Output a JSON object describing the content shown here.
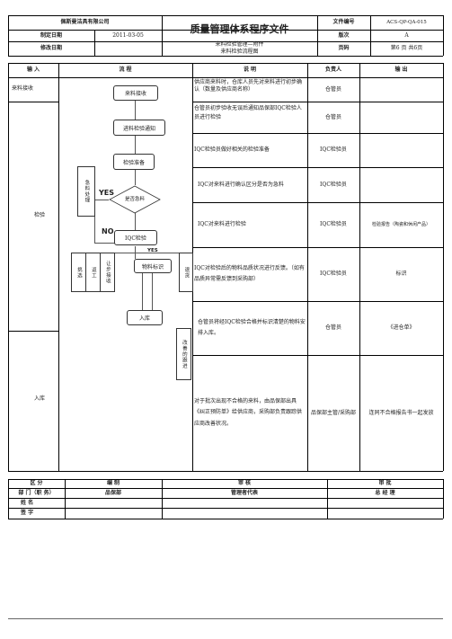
{
  "header": {
    "company": "佩斯曼洁具有限公司",
    "doc_title": "质量管理体系程序文件",
    "doc_no_label": "文件编号",
    "doc_no": "ACS-QP-QA-015",
    "issue_date_label": "制定日期",
    "issue_date": "2011-03-05",
    "version_label": "版次",
    "version": "A",
    "revise_date_label": "修改日期",
    "subject_line1": "来料检验管理—附件",
    "subject_line2": "来料检验流程图",
    "page_label": "页码",
    "page_value": "第6 页 共6页"
  },
  "columns": {
    "input": "输 入",
    "process": "流 程",
    "desc": "说 明",
    "owner": "负责人",
    "output": "输 出"
  },
  "inputs": {
    "receiving": "来料接收",
    "inspection": "检验",
    "warehouse": "入库"
  },
  "flow": {
    "receive": "来料接收",
    "notify": "进料检验通知",
    "prepare": "检验准备",
    "urgent": "急料处理",
    "decision": "是否急料",
    "yes1": "YES",
    "no": "NO",
    "iqc": "IQC检验",
    "yes2": "YES",
    "pick": "挑选",
    "rework": "返工",
    "concession": "让步接收",
    "label": "物料标识",
    "return": "退货",
    "storage": "入库",
    "improve": "改善的跟进"
  },
  "rows": [
    {
      "desc": "供应商来料时，仓库人员先对来料进行初步确认（数量及供应商名称）",
      "owner": "仓管员",
      "output": ""
    },
    {
      "desc": "仓管员初步验收无误后通知品保部IQC检验人员进行检验",
      "owner": "仓管员",
      "output": ""
    },
    {
      "desc": "IQC检验员做好相关的检验准备",
      "owner": "IQC检验员",
      "output": ""
    },
    {
      "desc": "IQC对来料进行确认区分是否为急料",
      "owner": "IQC检验员",
      "output": ""
    },
    {
      "desc": "IQC对来料进行检验",
      "owner": "IQC检验员",
      "output": "检验报告（陶瓷和休闲产品）"
    },
    {
      "desc": "IQC对检验后的物料品质状况进行反馈。（如有品质异常需反馈到采购部）",
      "owner": "IQC检验员",
      "output": "标识"
    },
    {
      "desc": "仓管员将经IQC检验合格并标识清楚的物料安排入库。",
      "owner": "仓管员",
      "output": "《进仓单》"
    },
    {
      "desc": "对于批次出现不合格的来料，由品保部出具《纠正预防单》给供应商，采购部负责跟踪供应商改善状况。",
      "owner": "品保部主管/采购部",
      "output": "连同不合格报告书一起发放"
    }
  ],
  "footer": {
    "section": "区 分",
    "prepare": "编 制",
    "review": "审 核",
    "approve": "审 批",
    "dept_label": "部 门（职 务）",
    "dept_prepare": "品保部",
    "dept_review": "管理者代表",
    "dept_approve": "总 经 理",
    "name_label": "姓 名",
    "sign_label": "签 字"
  }
}
